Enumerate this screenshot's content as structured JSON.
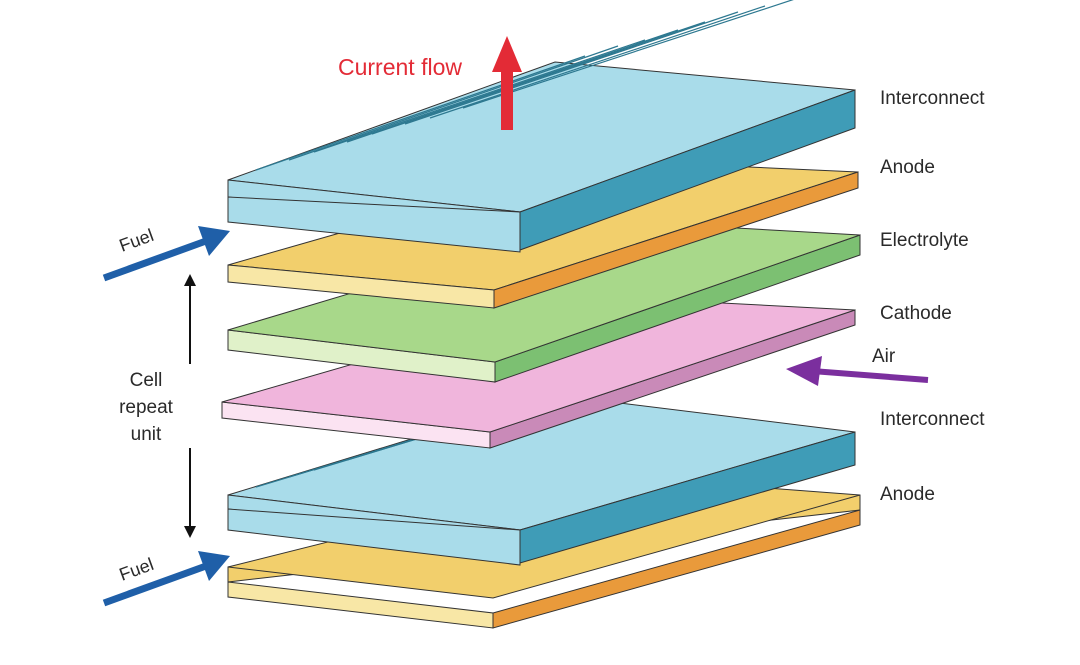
{
  "diagram": {
    "title_arrow_label": "Current flow",
    "layer_labels": {
      "interconnect_top": "Interconnect",
      "anode_top": "Anode",
      "electrolyte": "Electrolyte",
      "cathode": "Cathode",
      "interconnect_bottom": "Interconnect",
      "anode_bottom": "Anode"
    },
    "inputs": {
      "fuel_top": "Fuel",
      "fuel_bottom": "Fuel",
      "air": "Air"
    },
    "cell_repeat_unit": {
      "line1": "Cell",
      "line2": "repeat",
      "line3": "unit"
    },
    "colors": {
      "interconnect": "#a9dcea",
      "interconnect_side": "#3f9cb7",
      "anode": "#f2cf6c",
      "electrolyte": "#a8d88a",
      "cathode": "#f0b5dc",
      "current_arrow": "#e32b36",
      "fuel_arrow": "#1f5fa8",
      "air_arrow": "#7b2f9e"
    }
  }
}
